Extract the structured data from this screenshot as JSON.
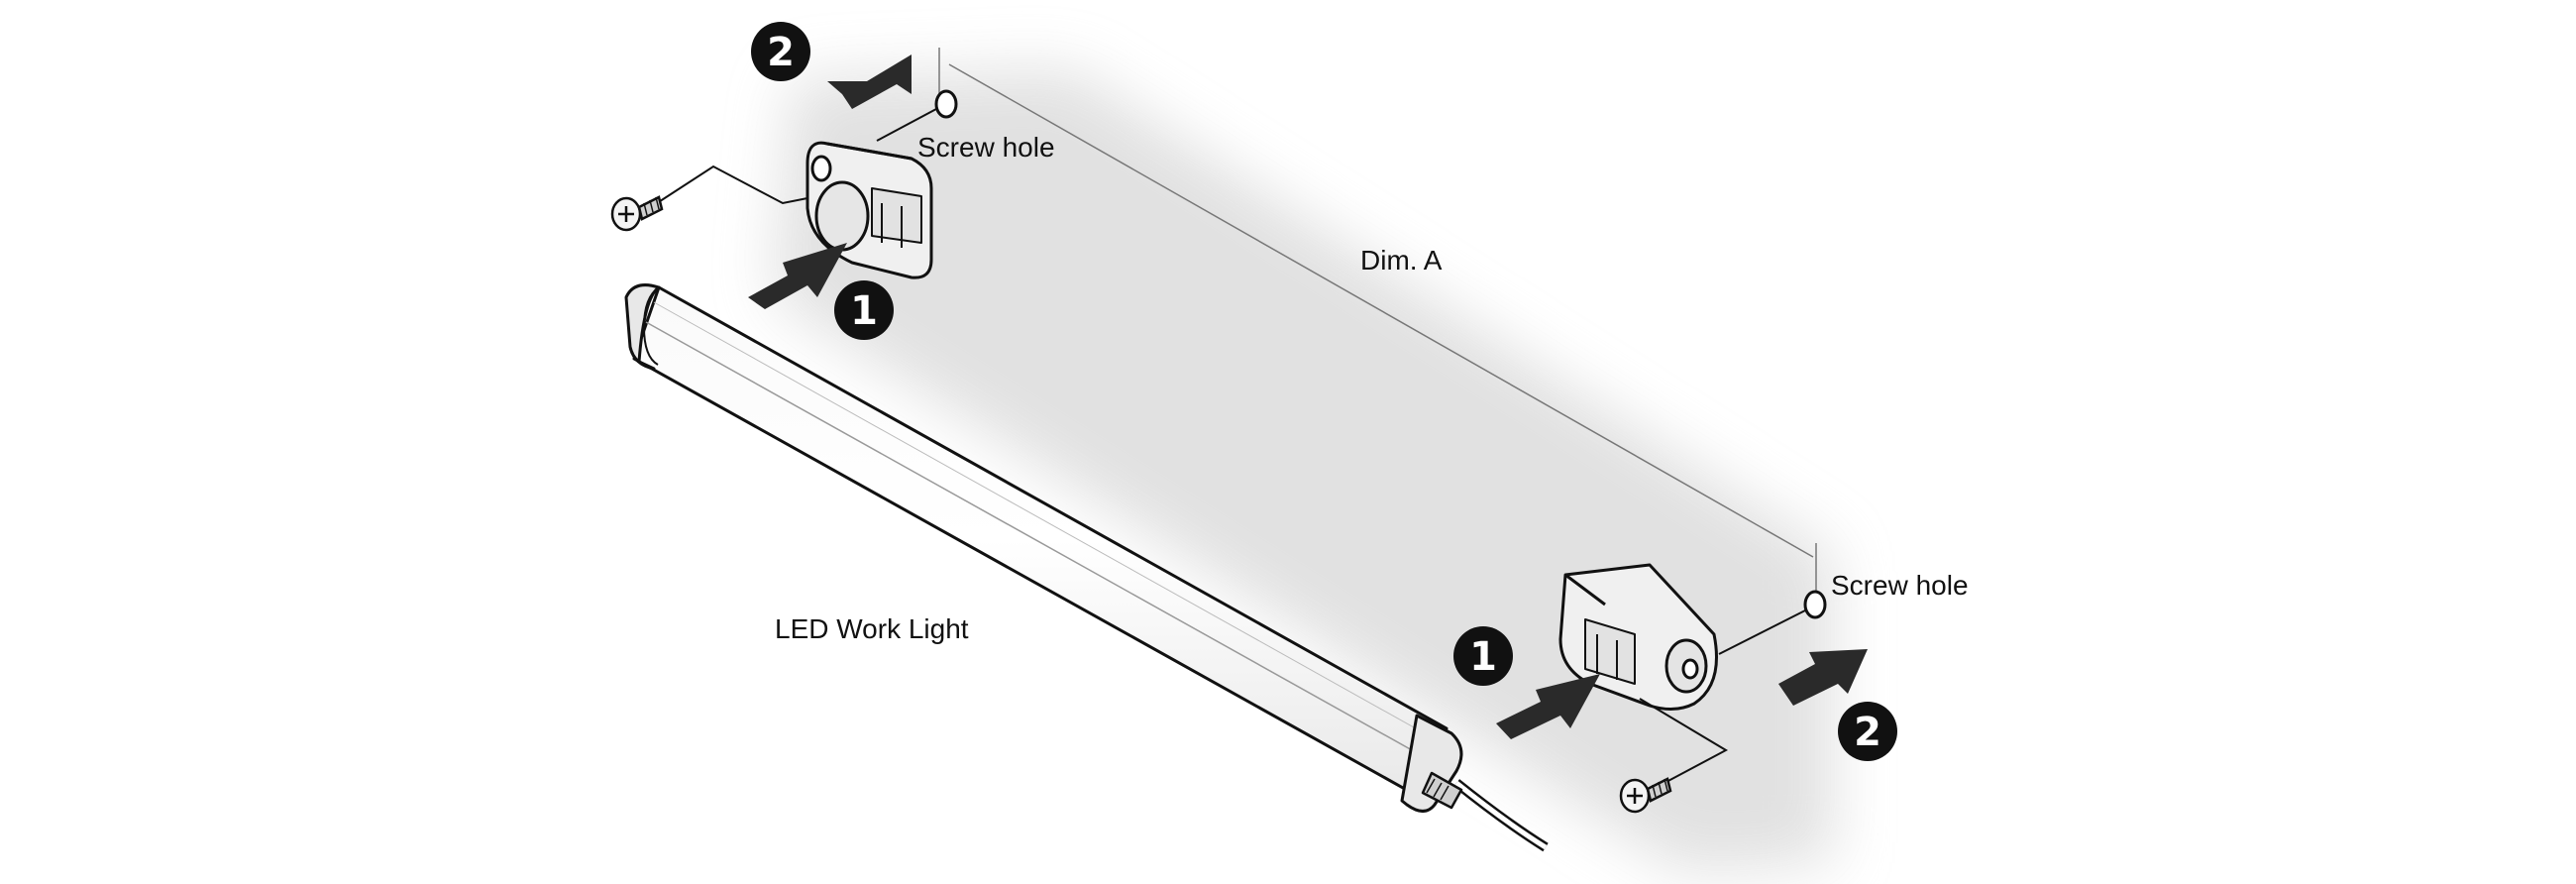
{
  "labels": {
    "screw_hole_top": "Screw hole",
    "screw_hole_bottom": "Screw hole",
    "dimension": "Dim. A",
    "product": "LED Work Light"
  },
  "steps": {
    "step1_top": "1",
    "step2_top": "2",
    "step1_bottom": "1",
    "step2_bottom": "2"
  },
  "colors": {
    "ink": "#111111",
    "arrow": "#2a2a2a",
    "shadow": "#dcdcdc",
    "part_fill": "#f3f3f3"
  }
}
